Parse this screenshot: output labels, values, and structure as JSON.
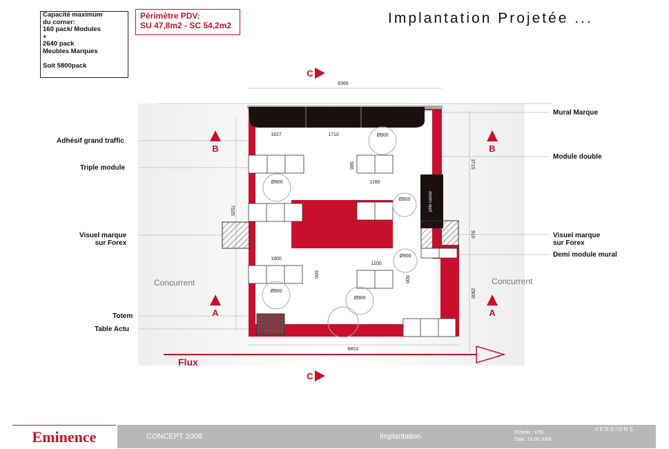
{
  "page": {
    "title": "Implantation  Projetée ...",
    "capacity_lines": [
      "Capacité maximum",
      "du corner:",
      "160 pack/ Modules",
      "+",
      "2640 pack",
      "Meubles Marques",
      "",
      "Soit 5800pack"
    ],
    "perimeter": {
      "label": "Périmètre PDV:",
      "value": "SU 47,8m2 - SC 54,2m2"
    }
  },
  "labels": {
    "mural_marque": "Mural Marque",
    "adhesif": "Adhésif grand traffic",
    "triple_module": "Triple module",
    "module_double": "Module double",
    "visuel_left_1": "Visuel marque",
    "visuel_left_2": "sur Forex",
    "visuel_right_1": "Visuel marque",
    "visuel_right_2": "sur Forex",
    "demi_module": "Demi module mural",
    "totem": "Totem",
    "table_actu": "Table Actu",
    "concurrent_left": "Concurrent",
    "concurrent_right": "Concurrent",
    "flux": "Flux",
    "pole_caisse": "pôle caisse"
  },
  "markers": {
    "c_top": "C",
    "c_bottom": "C",
    "b": "B",
    "a": "A"
  },
  "dimensions": {
    "top": "6366",
    "bottom": "6853",
    "left": "7520",
    "right_top": "3715",
    "right_mid": "916",
    "right_bot": "2900",
    "d1827": "1827",
    "d1710": "1710",
    "d586": "586",
    "d1160": "1160",
    "d1800": "1800",
    "d1200": "1200",
    "d600a": "600",
    "d600b": "600",
    "circle": "Ø900"
  },
  "footer": {
    "brand": "Eminence",
    "concept": "CONCEPT 2008",
    "section": "Implantation",
    "echelle": "Echelle : 1/50",
    "date": "Date: 19 06 2008",
    "company": "VERSIONS"
  },
  "colors": {
    "brand_red": "#c8102e",
    "footer_gray": "#b8b8b8",
    "wall_dark": "#1a1010"
  }
}
